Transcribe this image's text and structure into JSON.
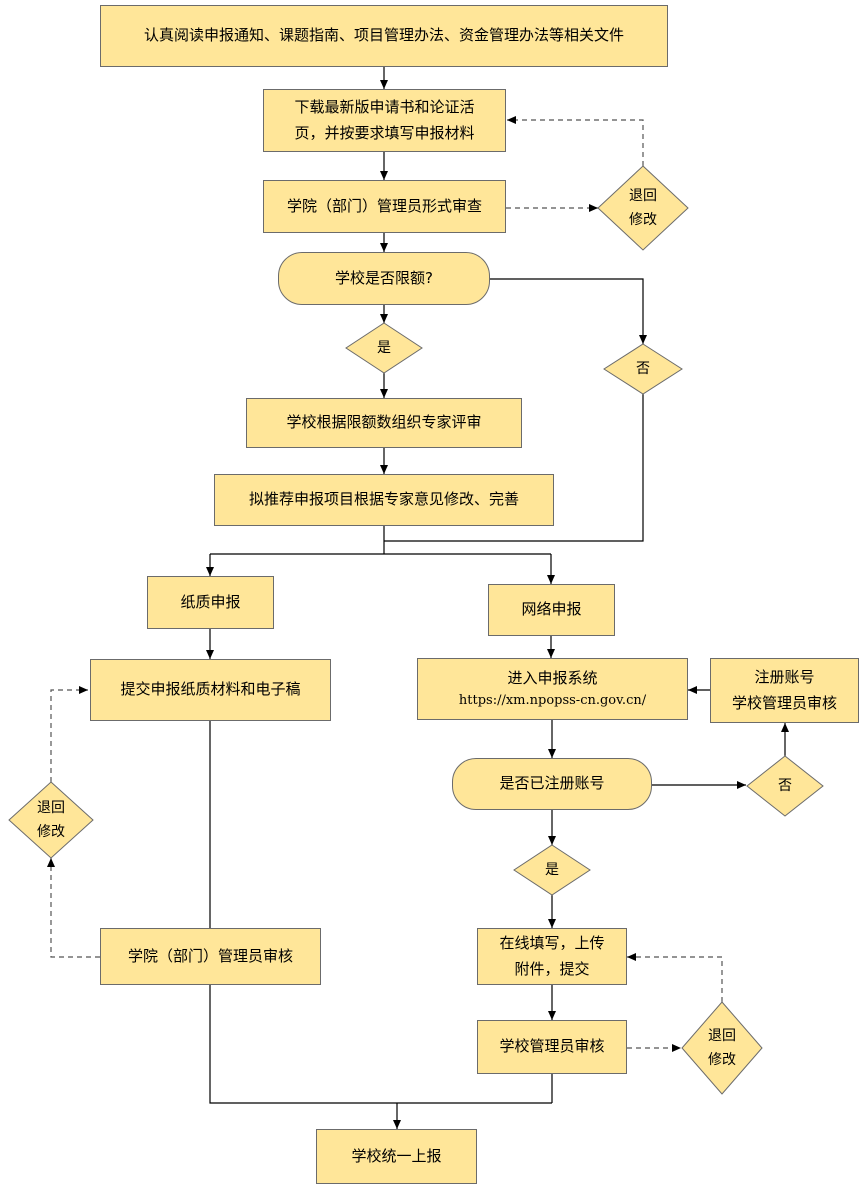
{
  "colors": {
    "box_fill": "#FFE699",
    "box_border": "#6b6b6b",
    "line": "#000000",
    "dashed_line": "#555555"
  },
  "nodes": {
    "read_docs": "认真阅读申报通知、课题指南、项目管理办法、资金管理办法等相关文件",
    "download_fill_1": "下载最新版申请书和论证活",
    "download_fill_2": "页，并按要求填写申报材料",
    "college_form_review": "学院（部门）管理员形式审查",
    "return_modify_top_1": "退回",
    "return_modify_top_2": "修改",
    "school_quota_question": "学校是否限额?",
    "yes_quota": "是",
    "no_quota": "否",
    "expert_review": "学校根据限额数组织专家评审",
    "revise_improve": "拟推荐申报项目根据专家意见修改、完善",
    "paper_application": "纸质申报",
    "online_application": "网络申报",
    "submit_paper": "提交申报纸质材料和电子稿",
    "enter_system_1": "进入申报系统",
    "enter_system_url": "https://xm.npopss-cn.gov.cn/",
    "register_account_1": "注册账号",
    "register_account_2": "学校管理员审核",
    "registered_question": "是否已注册账号",
    "no_registered": "否",
    "yes_registered": "是",
    "return_modify_left_1": "退回",
    "return_modify_left_2": "修改",
    "college_review": "学院（部门）管理员审核",
    "fill_online_1": "在线填写，上传",
    "fill_online_2": "附件，提交",
    "school_admin_review": "学校管理员审核",
    "return_modify_bottom_1": "退回",
    "return_modify_bottom_2": "修改",
    "unified_submit": "学校统一上报"
  }
}
